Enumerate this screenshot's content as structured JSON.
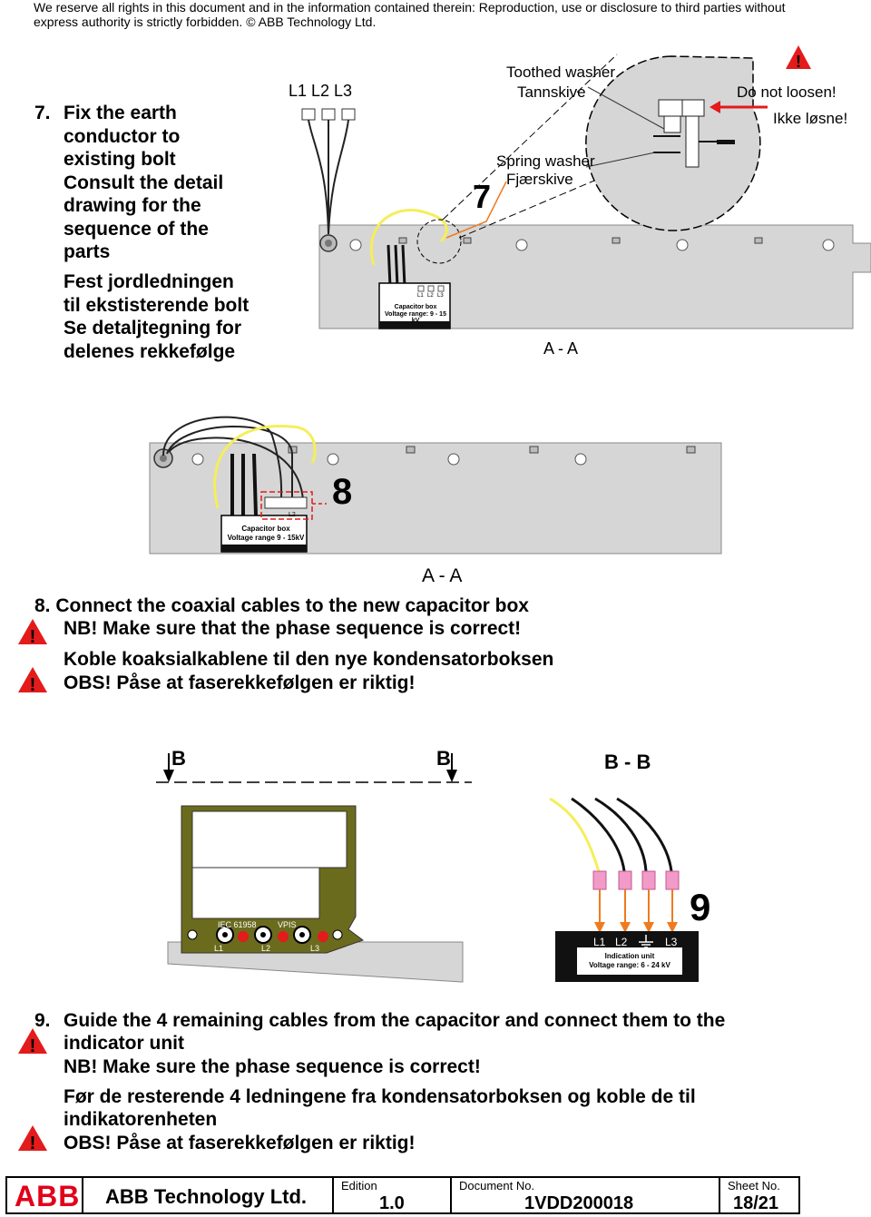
{
  "header": {
    "line1": "We reserve all rights in this document and in the information contained therein: Reproduction, use or disclosure to third parties without",
    "line2": "express authority is strictly forbidden. © ABB Technology Ltd."
  },
  "step7": {
    "number": "7.",
    "en_lines": [
      "Fix the earth",
      "conductor to",
      "existing bolt",
      "Consult the detail",
      "drawing for the",
      "sequence of the",
      "parts"
    ],
    "no_lines": [
      "Fest jordledningen",
      "til ekstisterende bolt",
      "Se detaljtegning for",
      "delenes rekkefølge"
    ],
    "fig": {
      "phases": "L1  L2  L3",
      "toothed_en": "Toothed washer",
      "toothed_no": "Tannskive",
      "spring_en": "Spring washer",
      "spring_no": "Fjærskive",
      "callout": "7",
      "warning_en": "Do not loosen!",
      "warning_no": "Ikke løsne!",
      "box_title": "Capacitor box",
      "box_voltage": "Voltage range: 9 - 15 kV",
      "box_l1": "L1",
      "box_l2": "L2",
      "box_l3": "L3",
      "section": "A - A"
    }
  },
  "step8": {
    "fig": {
      "callout": "8",
      "box_title": "Capacitor box",
      "box_voltage": "Voltage range 9 - 15kV",
      "box_l2": "L2",
      "section": "A - A"
    },
    "lines": [
      "8.  Connect the coaxial cables to the new capacitor box",
      "NB! Make sure that the phase sequence is correct!",
      "Koble koaksialkablene til den nye kondensatorboksen",
      "OBS! Påse at faserekkefølgen er riktig!"
    ]
  },
  "step9": {
    "fig": {
      "b_left": "B",
      "b_right": "B",
      "section": "B - B",
      "callout": "9",
      "panel_iec": "IEC 61958",
      "panel_vpis": "VPIS",
      "panel_l1": "L1",
      "panel_l2": "L2",
      "panel_l3": "L3",
      "unit_l1": "L1",
      "unit_l2": "L2",
      "unit_l3": "L3",
      "unit_title": "Indication unit",
      "unit_voltage": "Voltage range: 6 - 24 kV"
    },
    "number": "9.",
    "en_line1": "Guide the 4 remaining cables from the capacitor and connect them to the",
    "en_line2": "indicator unit",
    "en_line3": "NB! Make sure the phase sequence is correct!",
    "no_line1": "Før de resterende 4 ledningene fra kondensatorboksen og koble de til",
    "no_line2": "indikatorenheten",
    "no_line3": "OBS! Påse at faserekkefølgen er riktig!"
  },
  "footer": {
    "logo": "ABB",
    "company": "ABB Technology Ltd.",
    "edition_label": "Edition",
    "edition_value": "1.0",
    "docno_label": "Document No.",
    "docno_value": "1VDD200018",
    "sheet_label": "Sheet No.",
    "sheet_value": "18/21"
  },
  "colors": {
    "panel_grey": "#d6d6d6",
    "warning_red": "#e31b1b",
    "earth_yellow": "#f5ee5a",
    "indicator_olive": "#6b6b1e",
    "arrow_orange": "#f07a1e",
    "connector_pink": "#f29ac8",
    "abb_red": "#e2001a"
  }
}
